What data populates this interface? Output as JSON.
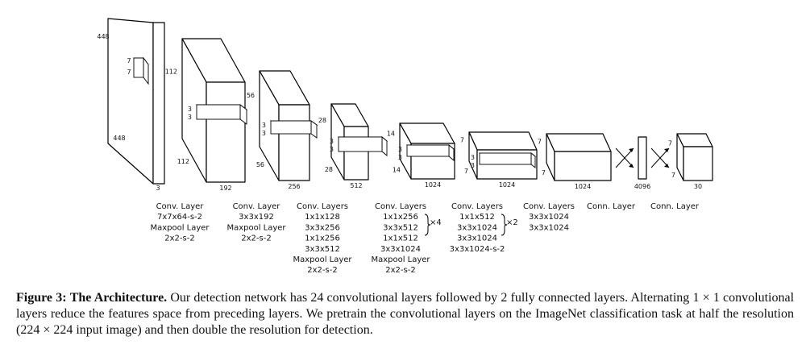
{
  "diagram": {
    "layers": [
      {
        "id": "input",
        "bottom_label": "3",
        "top_dims": [
          "448"
        ],
        "side_dims": [
          "448"
        ],
        "kernel_dims": [
          "7",
          "7"
        ]
      },
      {
        "id": "l1",
        "bottom_label": "192",
        "side_dims": [
          "112",
          "112"
        ],
        "kernel_dims": [
          "3",
          "3"
        ]
      },
      {
        "id": "l2",
        "bottom_label": "256",
        "side_dims": [
          "56",
          "56"
        ],
        "kernel_dims": [
          "3",
          "3"
        ]
      },
      {
        "id": "l3",
        "bottom_label": "512",
        "side_dims": [
          "28",
          "28"
        ],
        "kernel_dims": [
          "3",
          "3"
        ]
      },
      {
        "id": "l4",
        "bottom_label": "1024",
        "side_dims": [
          "14",
          "14"
        ],
        "kernel_dims": [
          "3",
          "3"
        ]
      },
      {
        "id": "l5",
        "bottom_label": "1024",
        "side_dims": [
          "7",
          "7"
        ],
        "kernel_dims": [
          "3",
          "3"
        ]
      },
      {
        "id": "l6",
        "bottom_label": "1024",
        "side_dims": [
          "7",
          "7"
        ]
      },
      {
        "id": "fc1",
        "bottom_label": "4096"
      },
      {
        "id": "out",
        "bottom_label": "30",
        "side_dims": [
          "7",
          "7"
        ]
      }
    ],
    "layer_texts": [
      {
        "id": "t1",
        "lines": [
          "Conv. Layer",
          "7x7x64-s-2",
          "Maxpool Layer",
          "2x2-s-2"
        ]
      },
      {
        "id": "t2",
        "lines": [
          "Conv. Layer",
          "3x3x192",
          "Maxpool Layer",
          "2x2-s-2"
        ]
      },
      {
        "id": "t3",
        "lines": [
          "Conv. Layers",
          "1x1x128",
          "3x3x256",
          "1x1x256",
          "3x3x512",
          "Maxpool Layer",
          "2x2-s-2"
        ]
      },
      {
        "id": "t4",
        "lines": [
          "Conv. Layers",
          "1x1x256",
          "3x3x512",
          "1x1x512",
          "3x3x1024",
          "Maxpool Layer",
          "2x2-s-2"
        ],
        "repeat": "×4"
      },
      {
        "id": "t5",
        "lines": [
          "Conv. Layers",
          "1x1x512",
          "3x3x1024",
          "3x3x1024",
          "3x3x1024-s-2"
        ],
        "repeat": "×2"
      },
      {
        "id": "t6",
        "lines": [
          "Conv. Layers",
          "3x3x1024",
          "3x3x1024"
        ]
      },
      {
        "id": "t7",
        "lines": [
          "Conn. Layer"
        ]
      },
      {
        "id": "t8",
        "lines": [
          "Conn. Layer"
        ]
      }
    ]
  },
  "caption": {
    "label": "Figure 3:",
    "title": "The Architecture.",
    "text": "Our detection network has 24 convolutional layers followed by 2 fully connected layers. Alternating 1 × 1 convolutional layers reduce the features space from preceding layers. We pretrain the convolutional layers on the ImageNet classification task at half the resolution (224 × 224 input image) and then double the resolution for detection."
  }
}
